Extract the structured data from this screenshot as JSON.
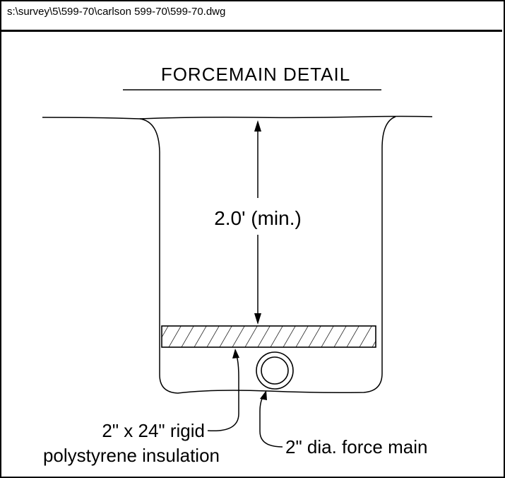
{
  "file_path": "s:\\survey\\5\\599-70\\carlson 599-70\\599-70.dwg",
  "title": "FORCEMAIN  DETAIL",
  "depth_label": "2.0' (min.)",
  "insulation_label_line1": "2\" x 24\" rigid",
  "insulation_label_line2": "polystyrene insulation",
  "pipe_label": "2\" dia. force main",
  "colors": {
    "line": "#000000",
    "background": "#ffffff"
  }
}
